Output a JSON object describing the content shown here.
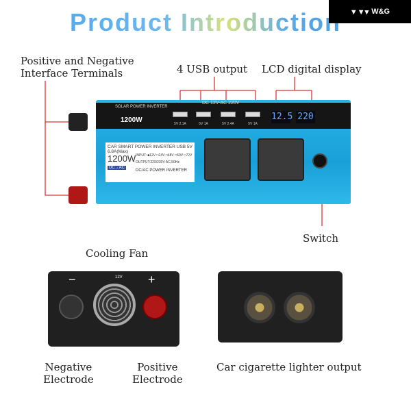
{
  "title": "Product Introduction",
  "brand": "W&G",
  "labels": {
    "terminals_line1": "Positive and Negative",
    "terminals_line2": "Interface Terminals",
    "usb": "4 USB output",
    "lcd": "LCD digital display",
    "switch": "Switch",
    "fan": "Cooling Fan",
    "negative_line1": "Negative",
    "negative_line2": "Electrode",
    "positive_line1": "Positive",
    "positive_line2": "Electrode",
    "lighter": "Car cigarette lighter output"
  },
  "inverter": {
    "brand_line": "SOLAR POWER INVERTER",
    "power": "1200W",
    "conversion": "DC 12V-AC 220V",
    "usb_ports": [
      "5V 2.1A",
      "5V 1A",
      "5V 2.4A",
      "5V 1A"
    ],
    "lcd_left": "12.5",
    "lcd_right": "220",
    "sticker_title": "CAR SMART POWER INVERTER USB 5V 6.8A(Max)",
    "sticker_power": "1200W",
    "sticker_input": "INPUT: ■12V □24V □48V □60V □72V",
    "sticker_output": "OUTPUT:220/230V AC,50Hz",
    "sticker_type": "DC/AC POWER INVERTER",
    "sticker_badge": "DC→AC",
    "fan_voltage": "12V",
    "minus": "−",
    "plus": "+"
  },
  "colors": {
    "body": "#1aa0d8",
    "leader": "#d33",
    "red_terminal": "#b01818"
  }
}
